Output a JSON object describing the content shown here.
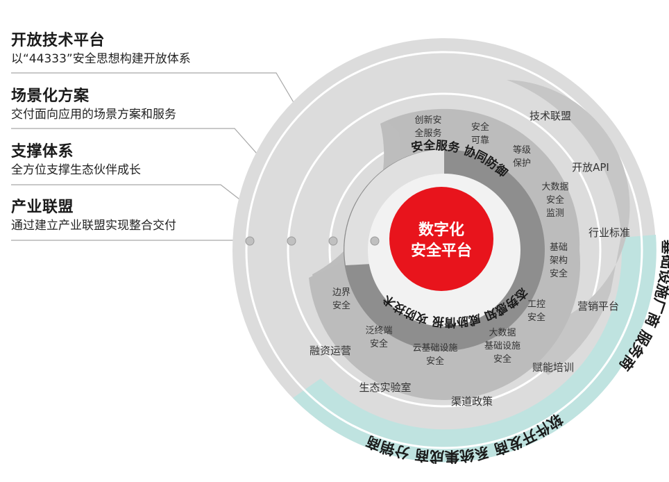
{
  "legend": [
    {
      "title": "开放技术平台",
      "desc": "以“44333”安全思想构建开放体系"
    },
    {
      "title": "场景化方案",
      "desc": "交付面向应用的场景方案和服务"
    },
    {
      "title": "支撑体系",
      "desc": "全方位支撑生态伙伴成长"
    },
    {
      "title": "产业联盟",
      "desc": "通过建立产业联盟实现整合交付"
    }
  ],
  "center": {
    "line1": "数字化",
    "line2": "安全平台"
  },
  "core_ring": [
    "安全服务",
    "协同防御",
    "态势感知",
    "威胁情报",
    "攻防技术"
  ],
  "scenarios": {
    "s1": [
      "创新安",
      "全服务"
    ],
    "s2": [
      "安全",
      "可靠"
    ],
    "s3": [
      "等级",
      "保护"
    ],
    "s4": [
      "大数据",
      "安全",
      "监测"
    ],
    "s5": [
      "基础",
      "架构",
      "安全"
    ],
    "s6": [
      "工控",
      "安全"
    ],
    "s7": [
      "大数据",
      "基础设施",
      "安全"
    ],
    "s8": [
      "云基础设施",
      "安全"
    ],
    "s9": [
      "泛终端",
      "安全"
    ],
    "s10": [
      "边界",
      "安全"
    ]
  },
  "support": {
    "tech_alliance": "技术联盟",
    "open_api": "开放API",
    "industry_standard": "行业标准",
    "marketing_platform": "营销平台",
    "enablement_training": "赋能培训",
    "channel_policy": "渠道政策",
    "eco_lab": "生态实验室",
    "financing_ops": "融资运营"
  },
  "alliance": {
    "infra_vendor": "基础设施厂商",
    "service_provider": "服务商",
    "software_developer": "软件开发商",
    "system_integrator": "系统集成商",
    "distributor": "分销商"
  },
  "colors": {
    "center_red": "#e8141c",
    "outer_gray": "#dcdcdc",
    "ring2_gray": "#d0d0d0",
    "ring3_gray": "#bdbdbd",
    "core_dark": "#737373",
    "teal_band": "#bfe3e0"
  }
}
